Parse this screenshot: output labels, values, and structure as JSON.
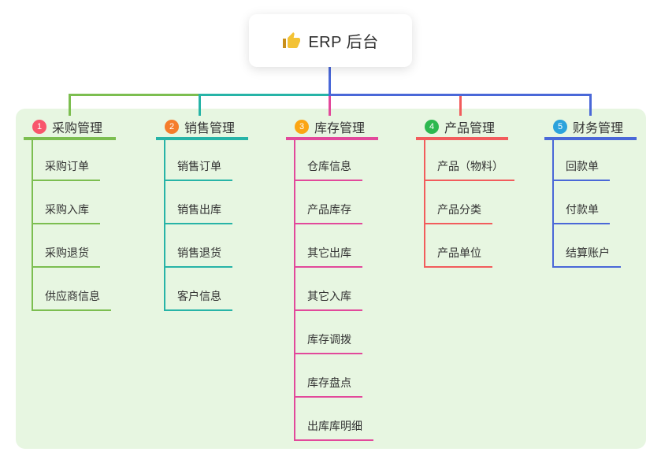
{
  "root": {
    "label": "ERP 后台",
    "icon": "thumbs-up-icon",
    "line_color": "#4A68D8",
    "card_background": "#ffffff"
  },
  "panel": {
    "background": "#E7F6E1"
  },
  "text_color": "#333333",
  "branches": [
    {
      "index": "1",
      "label": "采购管理",
      "badge_color": "#F8566C",
      "line_color": "#7CBE50",
      "children": [
        "采购订单",
        "采购入库",
        "采购退货",
        "供应商信息"
      ]
    },
    {
      "index": "2",
      "label": "销售管理",
      "badge_color": "#F57C2B",
      "line_color": "#27B4A7",
      "children": [
        "销售订单",
        "销售出库",
        "销售退货",
        "客户信息"
      ]
    },
    {
      "index": "3",
      "label": "库存管理",
      "badge_color": "#FBA513",
      "line_color": "#E2499B",
      "children": [
        "仓库信息",
        "产品库存",
        "其它出库",
        "其它入库",
        "库存调拨",
        "库存盘点",
        "出库库明细"
      ]
    },
    {
      "index": "4",
      "label": "产品管理",
      "badge_color": "#2DB84F",
      "line_color": "#F25C5C",
      "children": [
        "产品（物料）",
        "产品分类",
        "产品单位"
      ]
    },
    {
      "index": "5",
      "label": "财务管理",
      "badge_color": "#2BA2DC",
      "line_color": "#4A68D8",
      "children": [
        "回款单",
        "付款单",
        "结算账户"
      ]
    }
  ]
}
